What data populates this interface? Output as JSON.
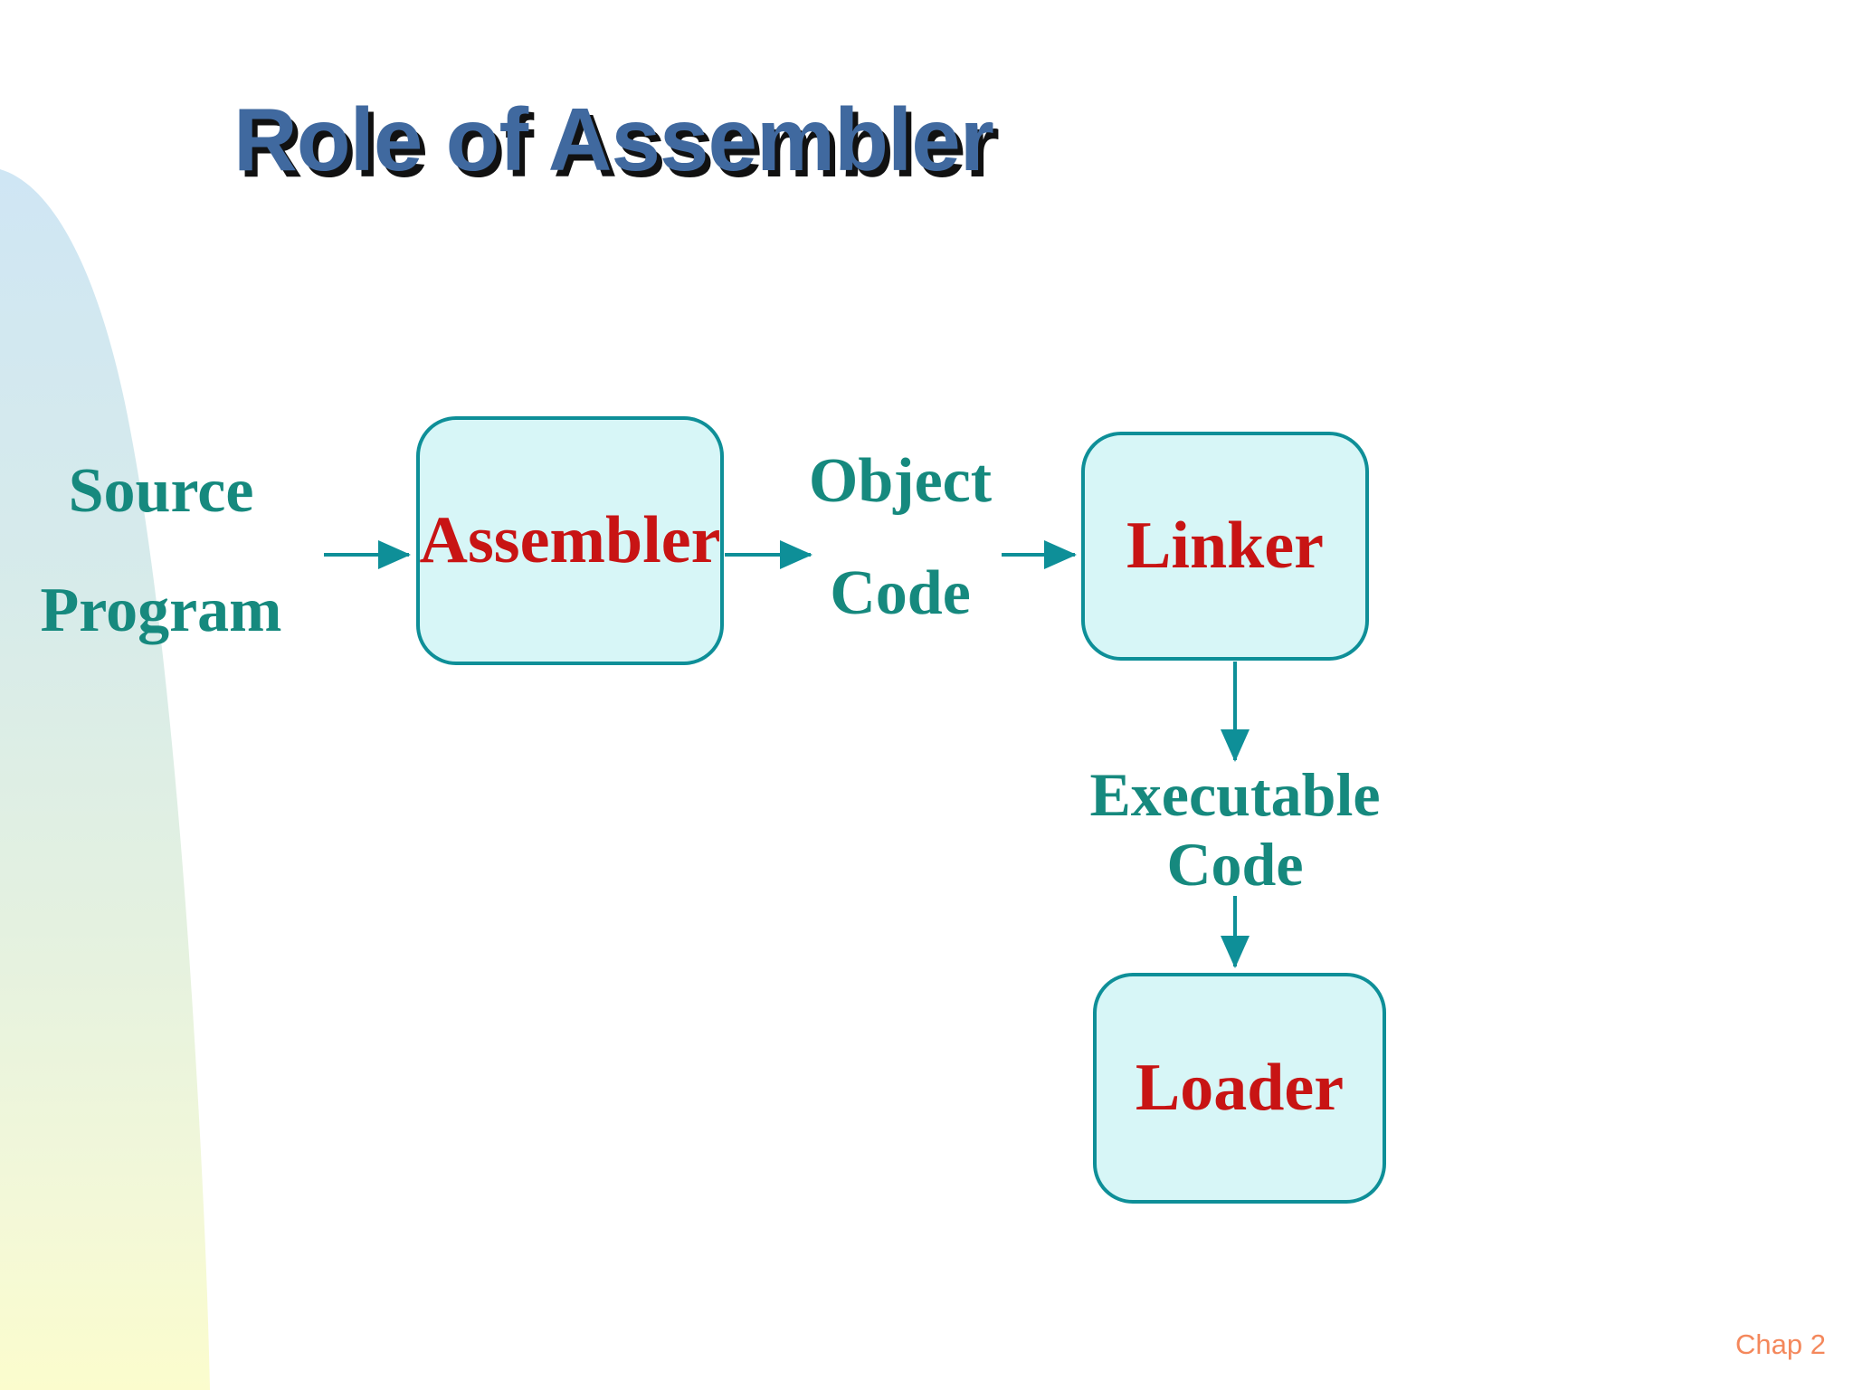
{
  "slide": {
    "title": "Role of Assembler",
    "page_label": "Chap 2"
  },
  "diagram": {
    "nodes": [
      {
        "id": "assembler",
        "label": "Assembler"
      },
      {
        "id": "linker",
        "label": "Linker"
      },
      {
        "id": "loader",
        "label": "Loader"
      }
    ],
    "labels": [
      {
        "id": "source-program",
        "lines": [
          "Source",
          "Program"
        ]
      },
      {
        "id": "object-code",
        "lines": [
          "Object",
          "Code"
        ]
      },
      {
        "id": "executable-code",
        "lines": [
          "Executable",
          "Code"
        ]
      }
    ],
    "connections": [
      {
        "from": "source-program",
        "to": "assembler",
        "direction": "right"
      },
      {
        "from": "assembler",
        "to": "object-code",
        "direction": "right"
      },
      {
        "from": "object-code",
        "to": "linker",
        "direction": "right"
      },
      {
        "from": "linker",
        "to": "executable-code",
        "direction": "down"
      },
      {
        "from": "executable-code",
        "to": "loader",
        "direction": "down"
      }
    ],
    "colors": {
      "node_fill": "#d7f6f7",
      "node_border": "#0e8f98",
      "node_text": "#c81414",
      "label_text": "#16897e",
      "arrow": "#0e8f98",
      "title_text": "#40699f",
      "title_shadow": "#111111",
      "page_label": "#f4885c",
      "deco_top": "#cfe6f4",
      "deco_bottom": "#fbfccd"
    }
  }
}
